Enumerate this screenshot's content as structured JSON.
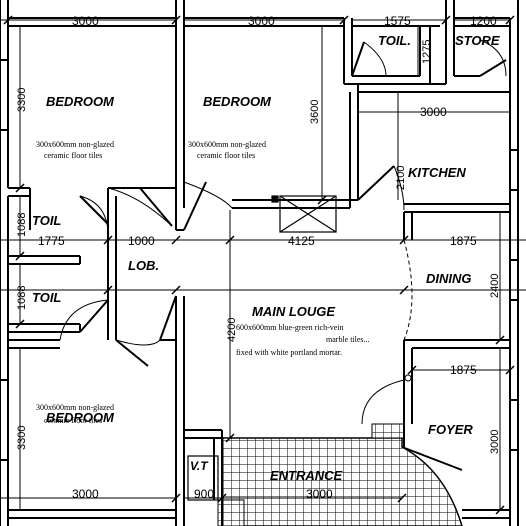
{
  "rooms": {
    "bedroom_top_left": "BEDROOM",
    "bedroom_top_middle": "BEDROOM",
    "bedroom_bottom_left": "BEDROOM",
    "toilet_top": "TOIL.",
    "toilet_left_upper": "TOIL",
    "toilet_left_lower": "TOIL",
    "store": "STORE",
    "kitchen": "KITCHEN",
    "lobby": "LOB.",
    "dining": "DINING",
    "main_lounge": "MAIN LOUGE",
    "foyer": "FOYER",
    "entrance": "ENTRANCE",
    "vt": "V.T"
  },
  "notes": {
    "bedroom_tiles_line1": "300x600mm non-glazed",
    "bedroom_tiles_line2": "ceramic floor tiles",
    "lounge_line1": "600x600mm blue-green rich-vein",
    "lounge_line2": "marble tiles...",
    "lounge_line3": "fixed with white portland mortar."
  },
  "dimensions": {
    "top_left_width": "3000",
    "top_middle_width": "3000",
    "top_toilet_width": "1575",
    "top_store_width": "1200",
    "top_toilet_height": "1275",
    "bedroom_left_height": "3300",
    "bedroom_middle_height": "3600",
    "kitchen_width": "3000",
    "kitchen_height": "2100",
    "toilet_upper_height": "1088",
    "toilet_lower_height": "1088",
    "left_corridor_width": "1775",
    "lobby_width": "1000",
    "lounge_width": "4125",
    "dining_width": "1875",
    "dining_height": "2400",
    "lounge_height": "4200",
    "foyer_width": "1875",
    "foyer_height": "3000",
    "bedroom_bottom_height": "3300",
    "bottom_left_width": "3000",
    "vt_width": "900",
    "entrance_width": "3000"
  }
}
